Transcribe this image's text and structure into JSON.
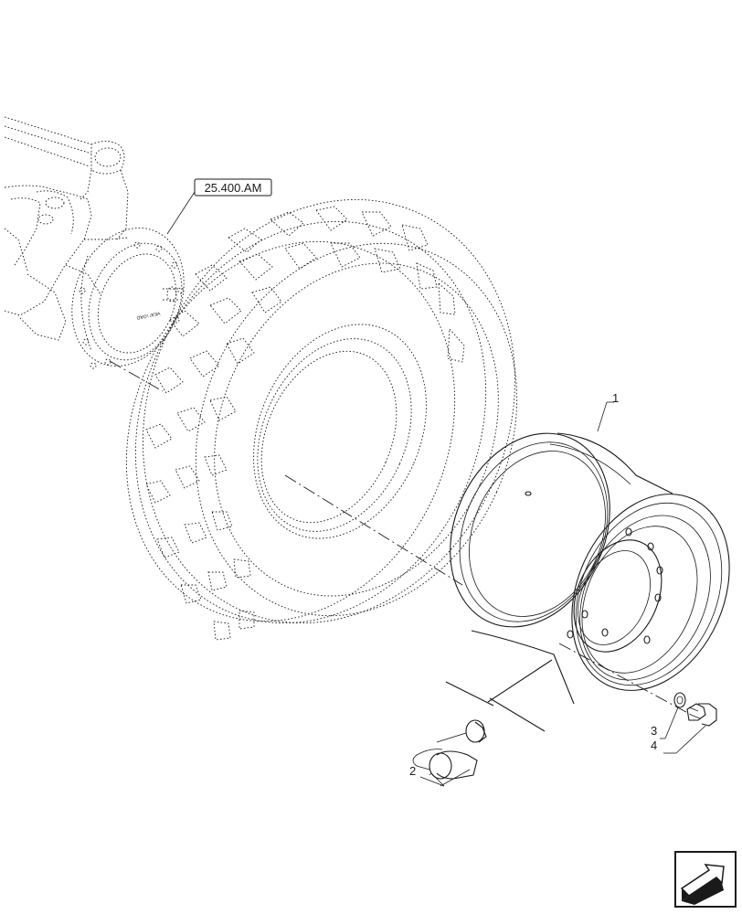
{
  "reference": {
    "code": "25.400.AM"
  },
  "callouts": [
    {
      "id": "wheel-rim",
      "label": "1"
    },
    {
      "id": "valve",
      "label": "2"
    },
    {
      "id": "washer",
      "label": "3"
    },
    {
      "id": "wheel-bolt",
      "label": "4"
    }
  ],
  "hub_marking": "ᗡ∀O˥ ɹ∀ƎA",
  "nav_icon": "next-page-arrow-icon"
}
